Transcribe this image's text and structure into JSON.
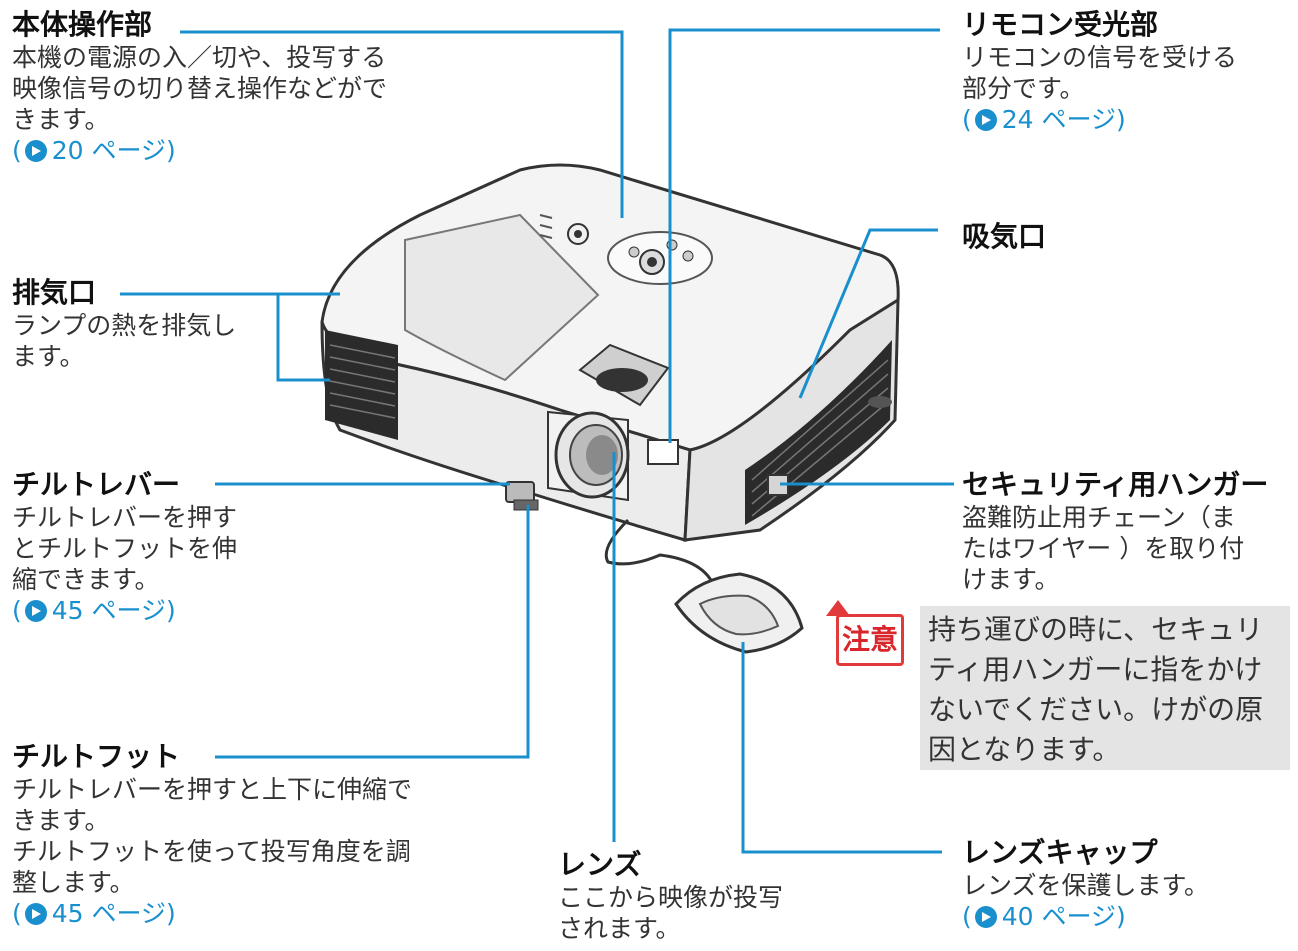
{
  "callouts": {
    "control_panel": {
      "title": "本体操作部",
      "desc": [
        "本機の電源の入／切や、投写する",
        "映像信号の切り替え操作などがで",
        "きます。"
      ],
      "ref": "20 ページ)"
    },
    "remote_sensor": {
      "title": "リモコン受光部",
      "desc": [
        "リモコンの信号を受ける",
        "部分です。"
      ],
      "ref": "24 ページ)"
    },
    "intake": {
      "title": "吸気口"
    },
    "exhaust": {
      "title": "排気口",
      "desc": [
        "ランプの熱を排気し",
        "ます。"
      ]
    },
    "tilt_lever": {
      "title": "チルトレバー",
      "desc": [
        "チルトレバーを押す",
        "とチルトフットを伸",
        "縮できます。"
      ],
      "ref": "45 ページ)"
    },
    "security_hanger": {
      "title": "セキュリティ用ハンガー",
      "desc": [
        "盗難防止用チェーン（ま",
        "たはワイヤー ）を取り付",
        "けます。"
      ]
    },
    "tilt_foot": {
      "title": "チルトフット",
      "desc": [
        "チルトレバーを押すと上下に伸縮で",
        "きます。",
        "チルトフットを使って投写角度を調",
        "整します。"
      ],
      "ref": "45 ページ)"
    },
    "lens": {
      "title": "レンズ",
      "desc": [
        "ここから映像が投写",
        "されます。"
      ]
    },
    "lens_cap": {
      "title": "レンズキャップ",
      "desc": [
        "レンズを保護します。"
      ],
      "ref": "40 ページ)"
    }
  },
  "caution": {
    "badge": "注意",
    "lines": [
      "持ち運びの時に、セキュリ",
      "ティ用ハンガーに指をかけ",
      "ないでください。けがの原",
      "因となります。"
    ]
  },
  "colors": {
    "leader_line": "#1a8fce",
    "ref_text": "#1a8fce",
    "caution_red": "#e23a3a",
    "caution_bg": "#e4e4e4"
  },
  "icons": {
    "ref": "page-reference-arrow-icon"
  }
}
